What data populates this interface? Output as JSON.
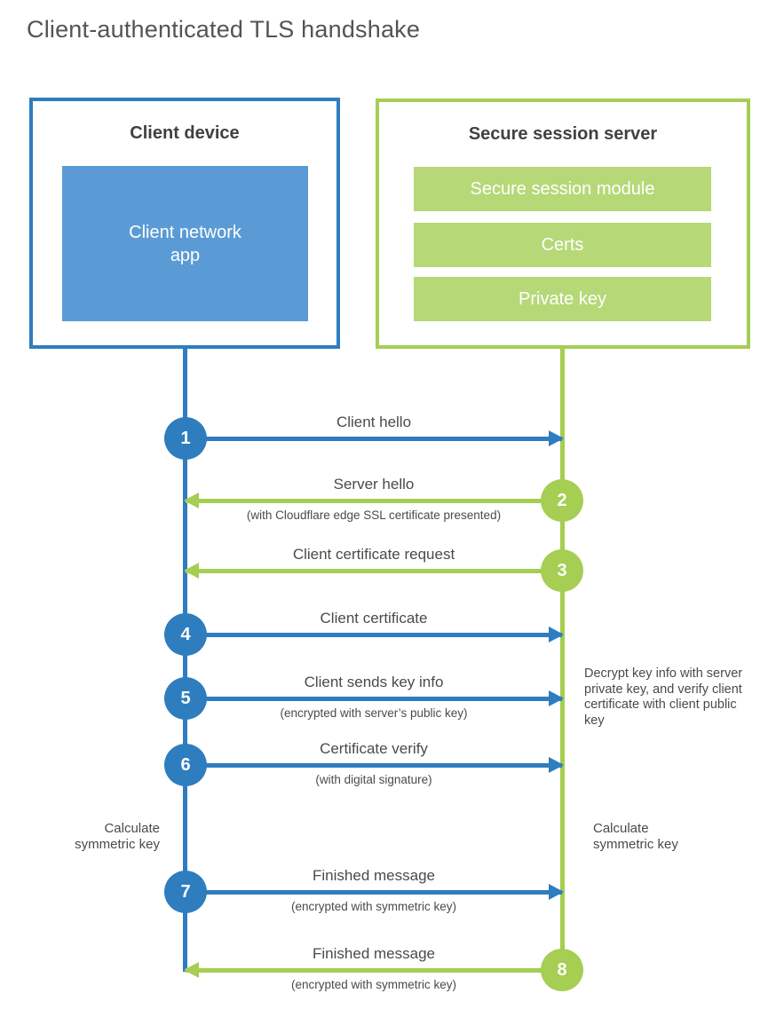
{
  "title": "Client-authenticated TLS handshake",
  "client_box": {
    "title": "Client device",
    "app": "Client network app"
  },
  "server_box": {
    "title": "Secure session server",
    "modules": [
      "Secure session module",
      "Certs",
      "Private key"
    ]
  },
  "steps": [
    {
      "num": "1",
      "actor": "client",
      "direction": "right",
      "label": "Client hello",
      "sub": ""
    },
    {
      "num": "2",
      "actor": "server",
      "direction": "left",
      "label": "Server hello",
      "sub": "(with Cloudflare edge SSL certificate presented)"
    },
    {
      "num": "3",
      "actor": "server",
      "direction": "left",
      "label": "Client certificate request",
      "sub": ""
    },
    {
      "num": "4",
      "actor": "client",
      "direction": "right",
      "label": "Client certificate",
      "sub": ""
    },
    {
      "num": "5",
      "actor": "client",
      "direction": "right",
      "label": "Client sends key info",
      "sub": "(encrypted with server’s public key)"
    },
    {
      "num": "6",
      "actor": "client",
      "direction": "right",
      "label": "Certificate verify",
      "sub": "(with digital signature)"
    },
    {
      "num": "7",
      "actor": "client",
      "direction": "right",
      "label": "Finished message",
      "sub": "(encrypted with symmetric key)"
    },
    {
      "num": "8",
      "actor": "server",
      "direction": "left",
      "label": "Finished message",
      "sub": "(encrypted with symmetric key)"
    }
  ],
  "notes": {
    "server_decrypt": "Decrypt key info with server private key, and verify client certificate with client public key",
    "client_calculate": "Calculate symmetric key",
    "server_calculate": "Calculate symmetric key"
  },
  "colors": {
    "blue": "#2e7dbf",
    "blue_fill": "#5b9bd5",
    "green": "#a5ce52",
    "green_fill": "#b6d877"
  }
}
